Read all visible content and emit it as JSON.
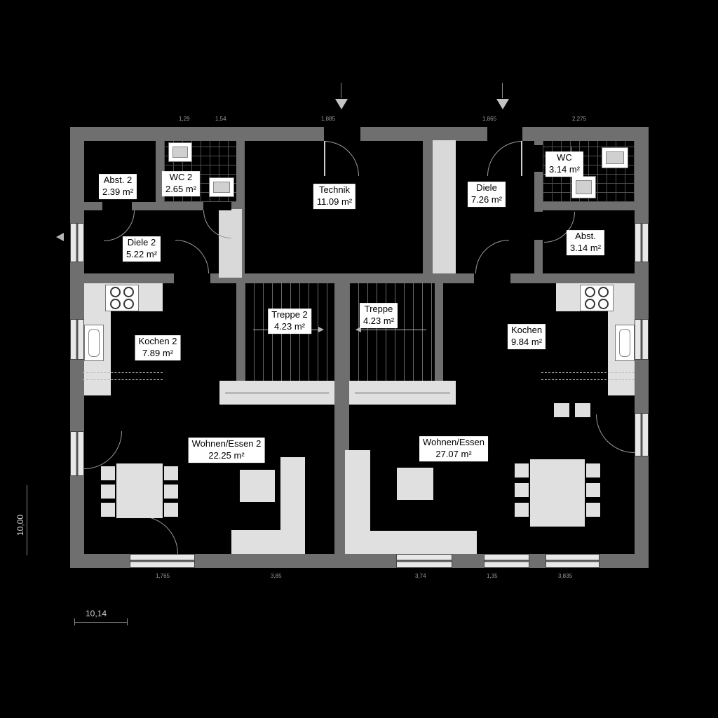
{
  "colors": {
    "background": "#000000",
    "wall": "#6f6f6f",
    "shaft": "#d9d9d9",
    "furniture": "#e0e0e0",
    "tile_line": "#4f4f4f",
    "label_bg": "#ffffff",
    "label_text": "#000000",
    "dimension_text": "#9a9a9a"
  },
  "icons": {
    "entrance_marker": "triangle-down",
    "cooktop": "four-burner-cooktop",
    "sink": "kitchen-sink",
    "wc_fixture": "toilet"
  },
  "rooms": [
    {
      "name": "Abst. 2",
      "area": "2.39 m²"
    },
    {
      "name": "WC 2",
      "area": "2.65 m²"
    },
    {
      "name": "Technik",
      "area": "11.09 m²"
    },
    {
      "name": "Diele",
      "area": "7.26 m²"
    },
    {
      "name": "WC",
      "area": "3.14 m²"
    },
    {
      "name": "Diele 2",
      "area": "5.22 m²"
    },
    {
      "name": "Abst.",
      "area": "3.14 m²"
    },
    {
      "name": "Treppe 2",
      "area": "4.23 m²"
    },
    {
      "name": "Treppe",
      "area": "4.23 m²"
    },
    {
      "name": "Kochen 2",
      "area": "7.89 m²"
    },
    {
      "name": "Kochen",
      "area": "9.84 m²"
    },
    {
      "name": "Wohnen/Essen 2",
      "area": "22.25 m²"
    },
    {
      "name": "Wohnen/Essen",
      "area": "27.07 m²"
    }
  ],
  "dimensions": {
    "left_vertical": "10,00",
    "bottom_left": "10,14",
    "top": [
      "1,29",
      "1,54",
      "1,885",
      "1,865",
      "2,275"
    ],
    "bottom": [
      "1,765",
      "3,85",
      "3,74",
      "1,35",
      "3,835"
    ]
  }
}
